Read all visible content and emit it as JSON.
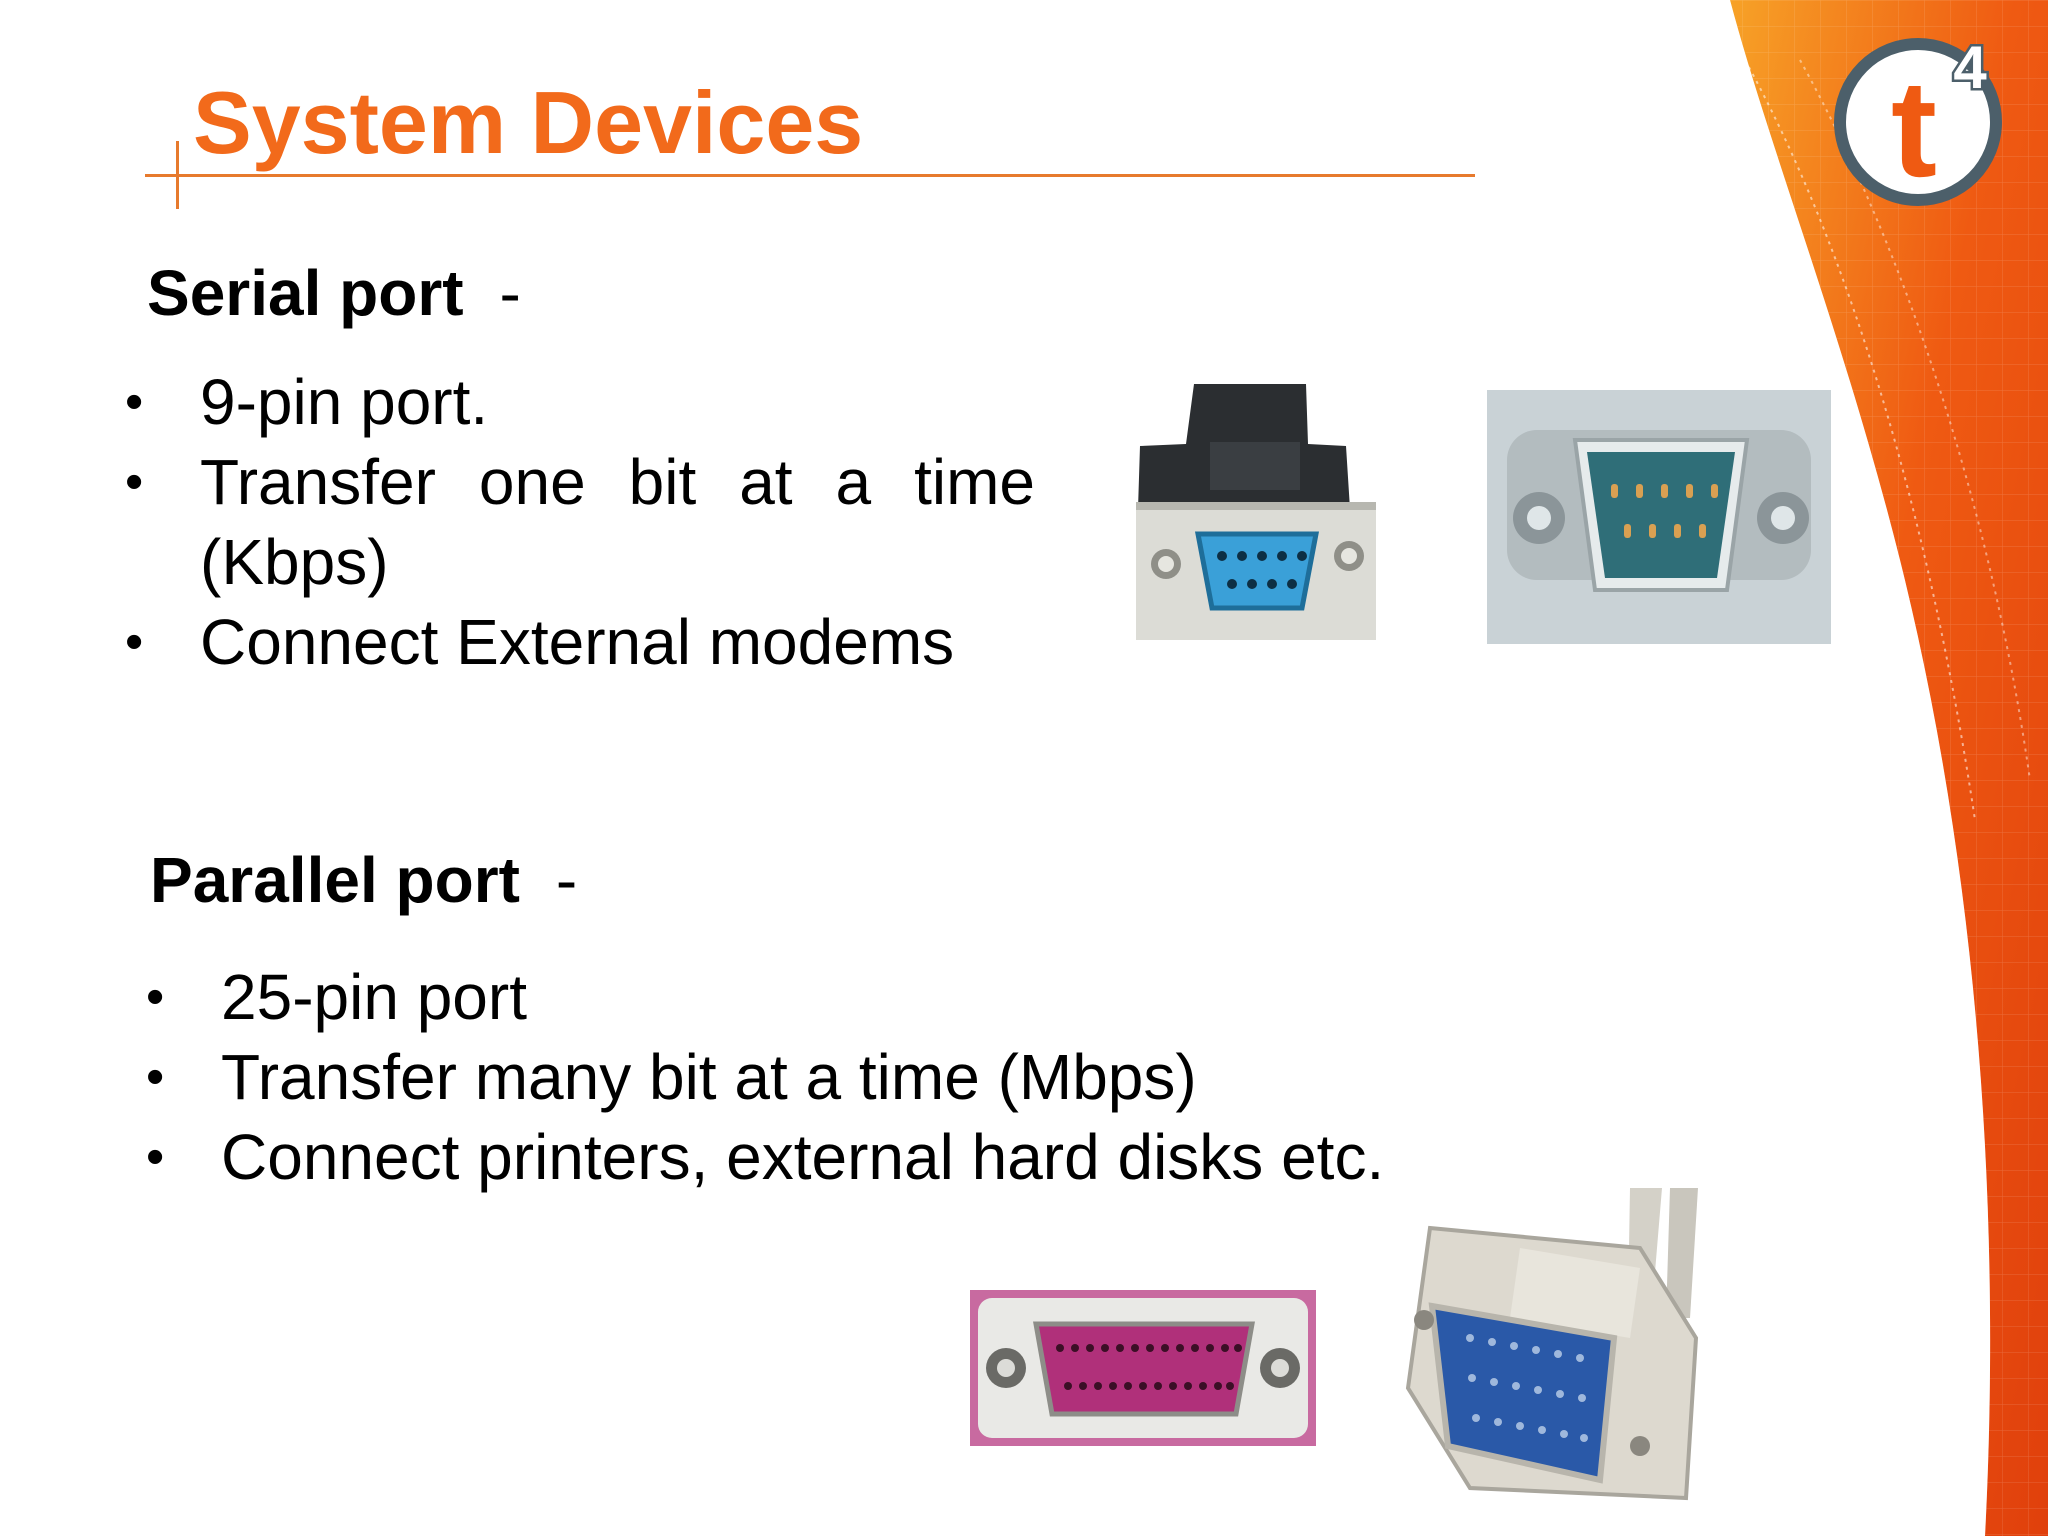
{
  "slide": {
    "title": "System Devices",
    "logo": {
      "letter": "t",
      "superscript": "4"
    },
    "serial": {
      "heading": "Serial port",
      "dash": "-",
      "bullets": [
        "9-pin port.",
        "Transfer one bit at a time (Kbps)",
        "Connect External modems"
      ]
    },
    "parallel": {
      "heading": "Parallel port",
      "dash": "-",
      "bullets": [
        "25-pin port",
        "Transfer many bit at a time (Mbps)",
        "Connect printers, external hard disks etc."
      ]
    },
    "bullet_glyph": "•",
    "colors": {
      "title": "#f26a1b",
      "decoration_orange": "#ef5a12",
      "serial_female_connector": "#3aa0d8",
      "serial_male_connector": "#2f6e78",
      "parallel_female_connector": "#b0307a",
      "parallel_male_connector": "#2a59a8"
    },
    "images": [
      "serial-female-connector-photo",
      "serial-male-port-photo",
      "parallel-female-port-photo",
      "parallel-male-cable-photo"
    ]
  }
}
